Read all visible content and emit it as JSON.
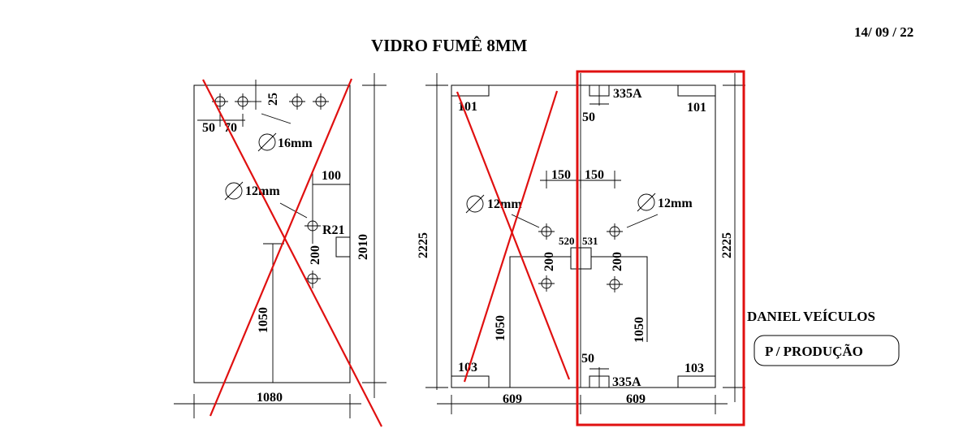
{
  "title": "VIDRO FUMÊ 8MM",
  "date": "14/ 09 / 22",
  "client": "DANIEL VEÍCULOS",
  "note": "P / PRODUÇÃO",
  "left_panel": {
    "dim_50": "50",
    "dim_70": "70",
    "dim_25": "25",
    "hole_16": "16mm",
    "hole_12": "12mm",
    "dim_100": "100",
    "dim_r21": "R21",
    "dim_200": "200",
    "dim_2010": "2010",
    "dim_1050": "1050",
    "dim_1080": "1080"
  },
  "right_panel": {
    "dim_2225_left": "2225",
    "dim_2225_right": "2225",
    "label_101_left": "101",
    "label_101_right": "101",
    "label_335a_top": "335A",
    "label_335a_bottom": "335A",
    "dim_50_top": "50",
    "dim_50_bottom": "50",
    "dim_150_left": "150",
    "dim_150_right": "150",
    "hole_12_left": "12mm",
    "hole_12_right": "12mm",
    "dim_520": "520",
    "dim_531": "531",
    "dim_200_left": "200",
    "dim_200_right": "200",
    "dim_1050_left": "1050",
    "dim_1050_right": "1050",
    "label_103_left": "103",
    "label_103_right": "103",
    "dim_609_left": "609",
    "dim_609_right": "609"
  }
}
